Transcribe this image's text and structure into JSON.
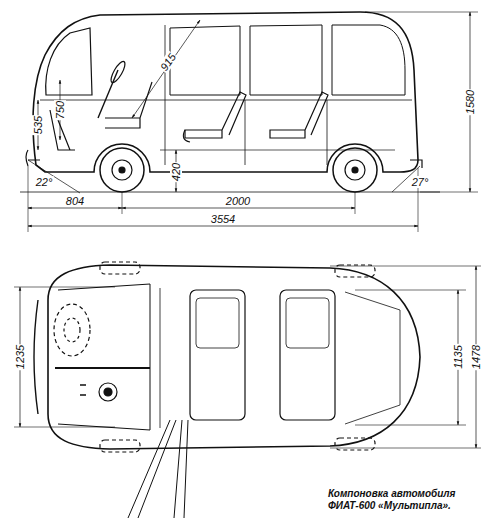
{
  "diagram": {
    "caption": "Компоновка автомобиля ФИАТ-600 «Мультипла».",
    "labels": [
      "915",
      "535",
      "750",
      "420",
      "22°",
      "804",
      "2000",
      "27°",
      "3554",
      "1580",
      "1235",
      "1135",
      "1478"
    ]
  }
}
